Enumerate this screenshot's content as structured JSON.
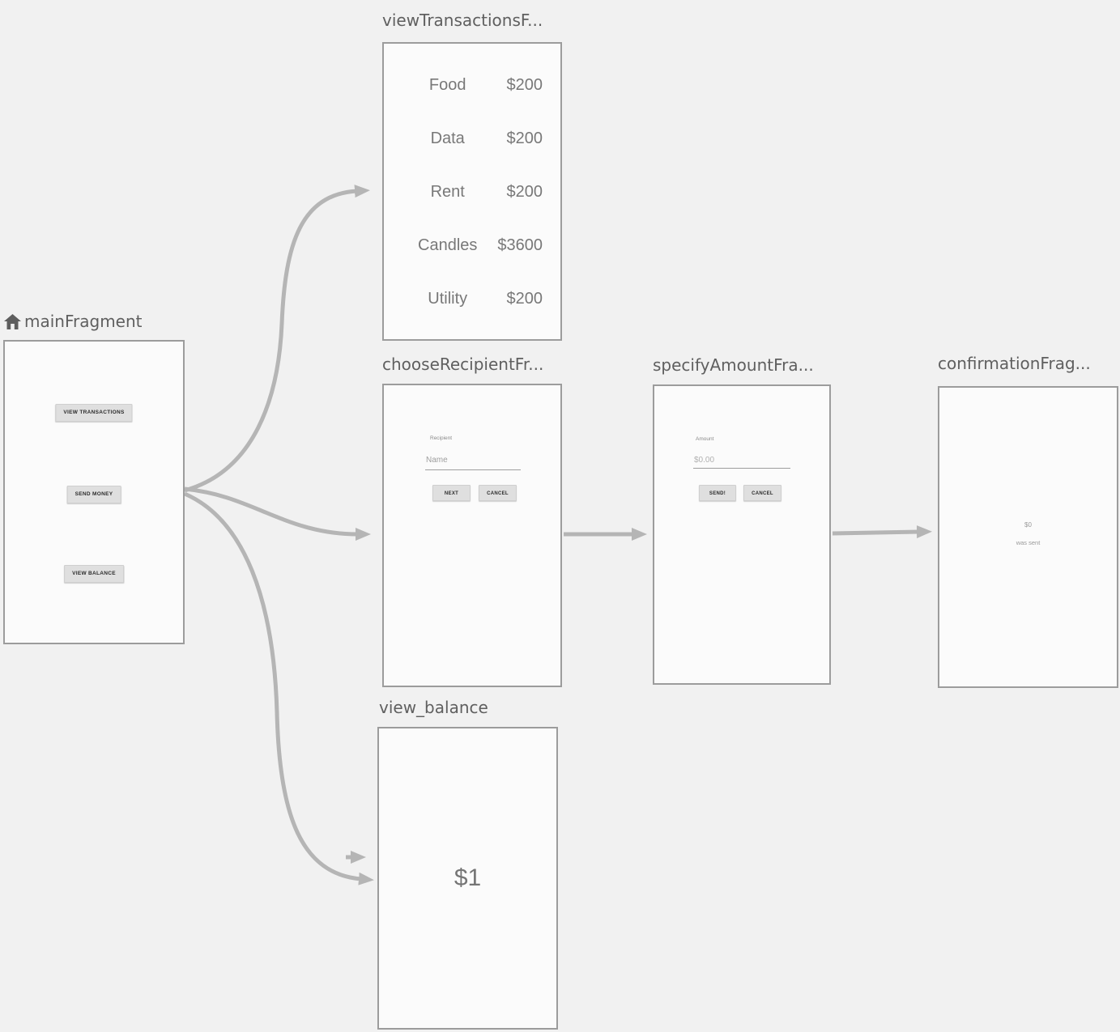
{
  "canvas": {
    "background": "#f1f1f1",
    "arrow_color": "#b5b5b5",
    "card_border_color": "#9c9c9c",
    "title_color": "#5f5f5f"
  },
  "fragments": {
    "main": {
      "title": "mainFragment",
      "is_start_destination": true,
      "buttons": {
        "view_transactions": "VIEW TRANSACTIONS",
        "send_money": "SEND MONEY",
        "view_balance": "VIEW BALANCE"
      }
    },
    "view_transactions": {
      "title": "viewTransactionsF...",
      "rows": [
        {
          "label": "Food",
          "value": "$200"
        },
        {
          "label": "Data",
          "value": "$200"
        },
        {
          "label": "Rent",
          "value": "$200"
        },
        {
          "label": "Candles",
          "value": "$3600"
        },
        {
          "label": "Utility",
          "value": "$200"
        }
      ]
    },
    "choose_recipient": {
      "title": "chooseRecipientFr...",
      "field_label": "Recipient",
      "field_placeholder": "Name",
      "buttons": {
        "next": "NEXT",
        "cancel": "CANCEL"
      }
    },
    "specify_amount": {
      "title": "specifyAmountFra...",
      "field_label": "Amount",
      "field_placeholder": "$0.00",
      "buttons": {
        "send": "SEND!",
        "cancel": "CANCEL"
      }
    },
    "confirmation": {
      "title": "confirmationFrag...",
      "amount": "$0",
      "message": "was sent"
    },
    "view_balance": {
      "title": "view_balance",
      "balance": "$1"
    }
  },
  "actions": [
    {
      "from": "main",
      "to": "view_transactions"
    },
    {
      "from": "main",
      "to": "choose_recipient"
    },
    {
      "from": "main",
      "to": "view_balance"
    },
    {
      "from": "choose_recipient",
      "to": "specify_amount"
    },
    {
      "from": "specify_amount",
      "to": "confirmation"
    },
    {
      "from": "stub",
      "to": "view_balance"
    }
  ]
}
